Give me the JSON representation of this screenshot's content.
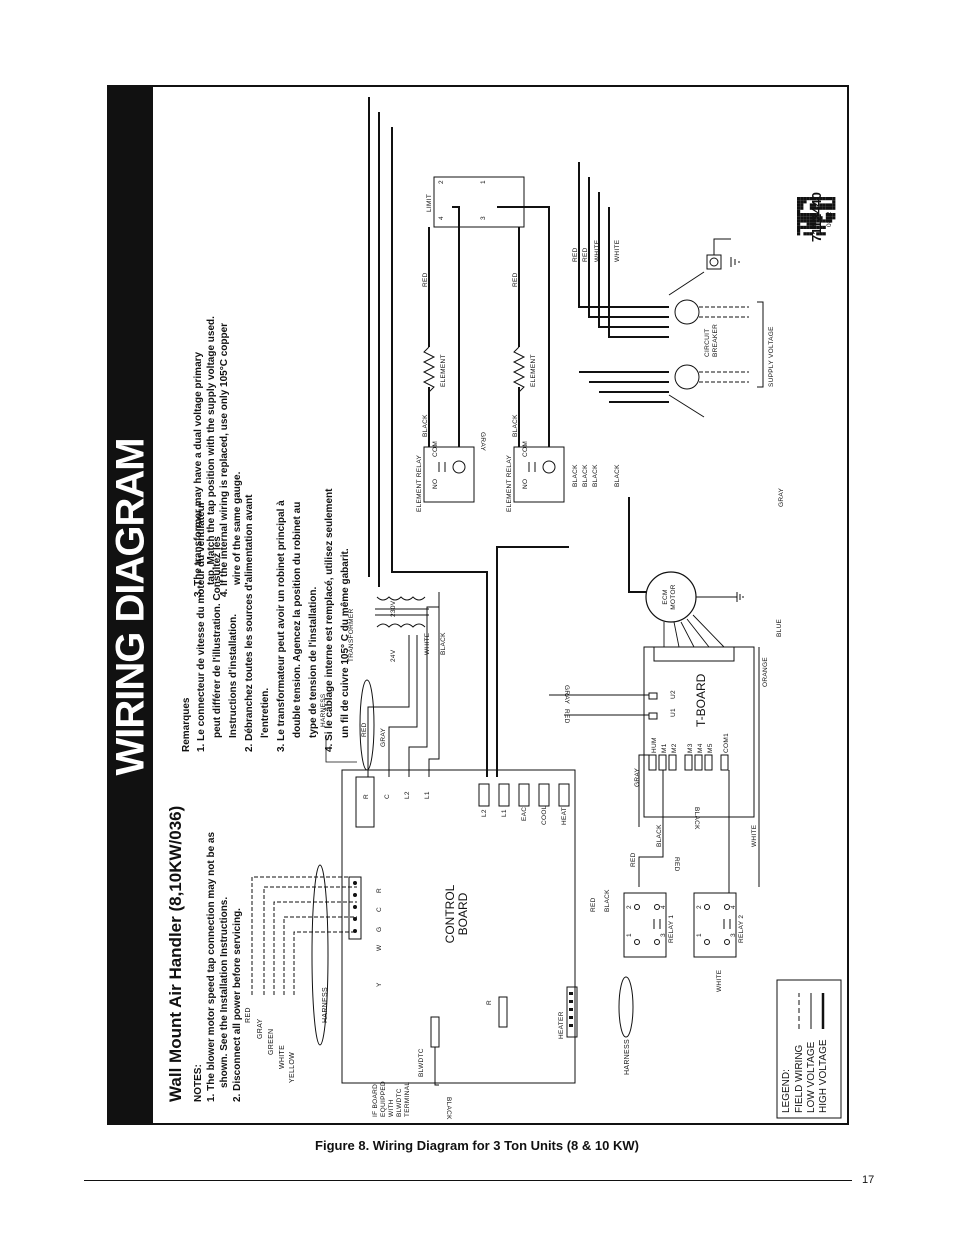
{
  "banner_title": "WIRING DIAGRAM",
  "subtitle": "Wall Mount Air Handler (8,10KW/036)",
  "notes": {
    "heading": "NOTES:",
    "lines": [
      "1. The blower motor speed tap connection may not be as",
      "shown. See the Installation Instructions.",
      "2. Disconnect all power before servicing.",
      "3. The transformer may have a dual voltage primary",
      "tap. Match the tap position with the supply voltage used.",
      "4. If the internal wiring is replaced, use only 105°C copper",
      "wire of the same gauge."
    ]
  },
  "remarques": {
    "heading": "Remarques",
    "lines": [
      "1. Le connecteur de vitesse du moteur du ventilateur",
      "peut différer de l'illustration. Consultez les",
      "Instructions d'installation.",
      "2. Débranchez toutes les sources d'alimentation avant",
      "l'entretien.",
      "3. Le transformateur peut avoir un robinet principal à",
      "double tension. Agencez la position du robinet au",
      "type de tension de l'installation.",
      "4. Si le câblage interne est remplacé, utilisez seulement",
      "un fil de cuivre 105° C du même gabarit."
    ]
  },
  "field_wires": [
    "RED",
    "GRAY",
    "GREEN",
    "WHITE",
    "YELLOW"
  ],
  "labels": {
    "harness": "HARNESS",
    "control_board": [
      "CONTROL",
      "BOARD"
    ],
    "ctrl_terms": [
      "Y",
      "W",
      "G",
      "C",
      "R"
    ],
    "board_terms": [
      "R",
      "C",
      "L2",
      "L1"
    ],
    "board_terms2": [
      "L2",
      "L1",
      "EAC",
      "COOL",
      "HEAT"
    ],
    "if_board": [
      "IF BOARD",
      "EQUIPPED",
      "WITH",
      "BLWDTC",
      "TERMINAL"
    ],
    "blwdtc": "BLWDTC",
    "r": "R",
    "heater": "HEATER",
    "black": "BLACK",
    "red": "RED",
    "white": "WHITE",
    "gray": "GRAY",
    "orange": "ORANGE",
    "blue": "BLUE",
    "transformer": "TRANSFORMER",
    "v24": "24V",
    "v230": "230V",
    "relay1": "RELAY 1",
    "relay2": "RELAY 2",
    "tboard": "T-BOARD",
    "tboard_terms": [
      "HUM",
      "M1",
      "M2",
      "M3",
      "M4",
      "M5",
      "COM1"
    ],
    "u1": "U1",
    "u2": "U2",
    "ecm": [
      "ECM",
      "MOTOR"
    ],
    "element_relay": "ELEMENT RELAY",
    "no": "NO",
    "com": "COM",
    "element": "ELEMENT",
    "limit": "LIMIT",
    "circuit_breaker": [
      "CIRCUIT",
      "BREAKER"
    ],
    "supply_voltage": "SUPPLY VOLTAGE",
    "relay_pins": [
      "1",
      "2",
      "3",
      "4"
    ]
  },
  "legend": {
    "heading": "LEGEND:",
    "items": [
      "FIELD WIRING",
      "LOW VOLTAGE",
      "HIGH VOLTAGE"
    ]
  },
  "part_number": "7112440",
  "date_code": "0812",
  "caption": "Figure 8. Wiring Diagram for 3 Ton Units (8 & 10 KW)",
  "page_number": "17"
}
